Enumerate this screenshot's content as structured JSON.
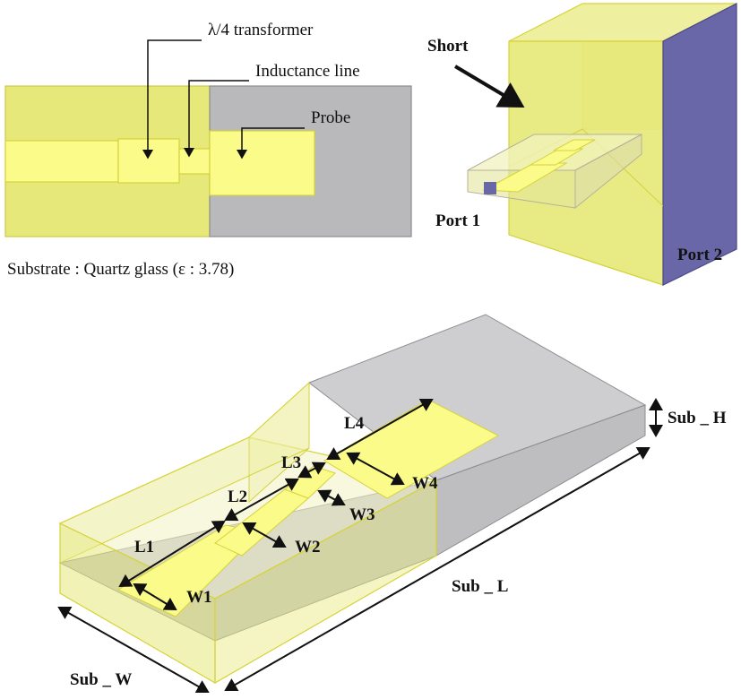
{
  "top_view": {
    "labels": {
      "transformer": "λ/4 transformer",
      "inductance": "Inductance line",
      "probe": "Probe"
    },
    "substrate_caption": "Substrate : Quartz glass (ε : 3.78)"
  },
  "waveguide_view": {
    "labels": {
      "short": "Short",
      "port1": "Port 1",
      "port2": "Port 2"
    }
  },
  "iso_view": {
    "labels": {
      "L1": "L1",
      "L2": "L2",
      "L3": "L3",
      "L4": "L4",
      "W1": "W1",
      "W2": "W2",
      "W3": "W3",
      "W4": "W4",
      "sub_h": "Sub _ H",
      "sub_l": "Sub _ L",
      "sub_w": "Sub _ W"
    }
  },
  "colors": {
    "substrate_yellow": "#e6e87a",
    "strip_yellow": "#fbfb8a",
    "outline": "#d6d23a",
    "gray_region": "#b9b9bc",
    "port_blue": "#6a67a8"
  }
}
